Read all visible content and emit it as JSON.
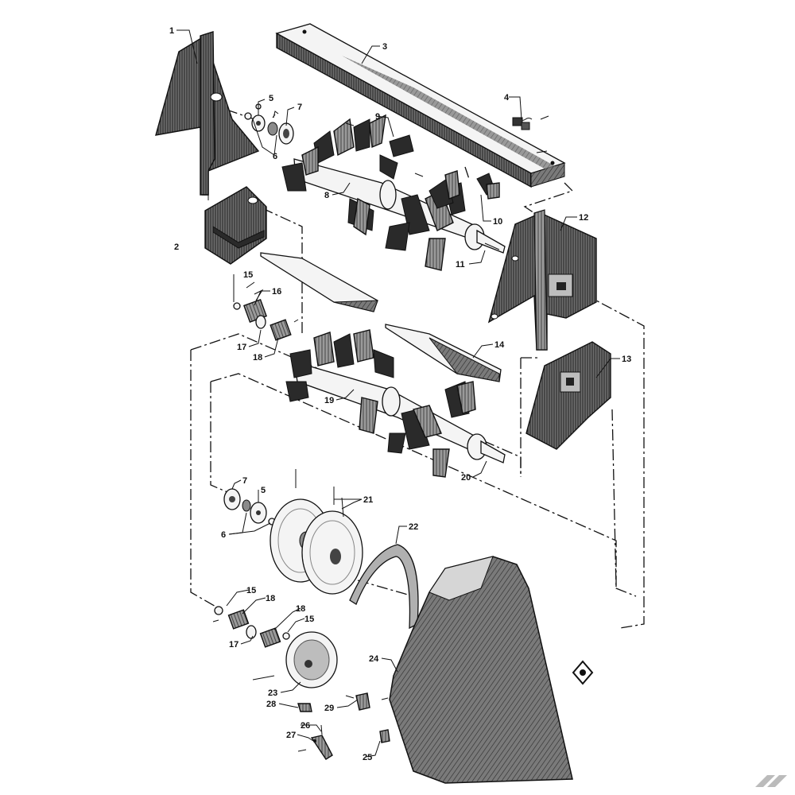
{
  "diagram": {
    "callouts": [
      {
        "id": "c1",
        "label": "1"
      },
      {
        "id": "c2",
        "label": "2"
      },
      {
        "id": "c3",
        "label": "3"
      },
      {
        "id": "c4",
        "label": "4"
      },
      {
        "id": "c5a",
        "label": "5"
      },
      {
        "id": "c6a",
        "label": "6"
      },
      {
        "id": "c7a",
        "label": "7"
      },
      {
        "id": "c8",
        "label": "8"
      },
      {
        "id": "c9",
        "label": "9"
      },
      {
        "id": "c10",
        "label": "10"
      },
      {
        "id": "c11",
        "label": "11"
      },
      {
        "id": "c12",
        "label": "12"
      },
      {
        "id": "c13",
        "label": "13"
      },
      {
        "id": "c14",
        "label": "14"
      },
      {
        "id": "c15a",
        "label": "15"
      },
      {
        "id": "c16",
        "label": "16"
      },
      {
        "id": "c17a",
        "label": "17"
      },
      {
        "id": "c18a",
        "label": "18"
      },
      {
        "id": "c19",
        "label": "19"
      },
      {
        "id": "c20",
        "label": "20"
      },
      {
        "id": "c7b",
        "label": "7"
      },
      {
        "id": "c5b",
        "label": "5"
      },
      {
        "id": "c6b",
        "label": "6"
      },
      {
        "id": "c21",
        "label": "21"
      },
      {
        "id": "c22",
        "label": "22"
      },
      {
        "id": "c15b",
        "label": "15"
      },
      {
        "id": "c18b",
        "label": "18"
      },
      {
        "id": "c18c",
        "label": "18"
      },
      {
        "id": "c15c",
        "label": "15"
      },
      {
        "id": "c17b",
        "label": "17"
      },
      {
        "id": "c24",
        "label": "24"
      },
      {
        "id": "c23",
        "label": "23"
      },
      {
        "id": "c28",
        "label": "28"
      },
      {
        "id": "c29",
        "label": "29"
      },
      {
        "id": "c26",
        "label": "26"
      },
      {
        "id": "c27",
        "label": "27"
      },
      {
        "id": "c25",
        "label": "25"
      }
    ]
  }
}
